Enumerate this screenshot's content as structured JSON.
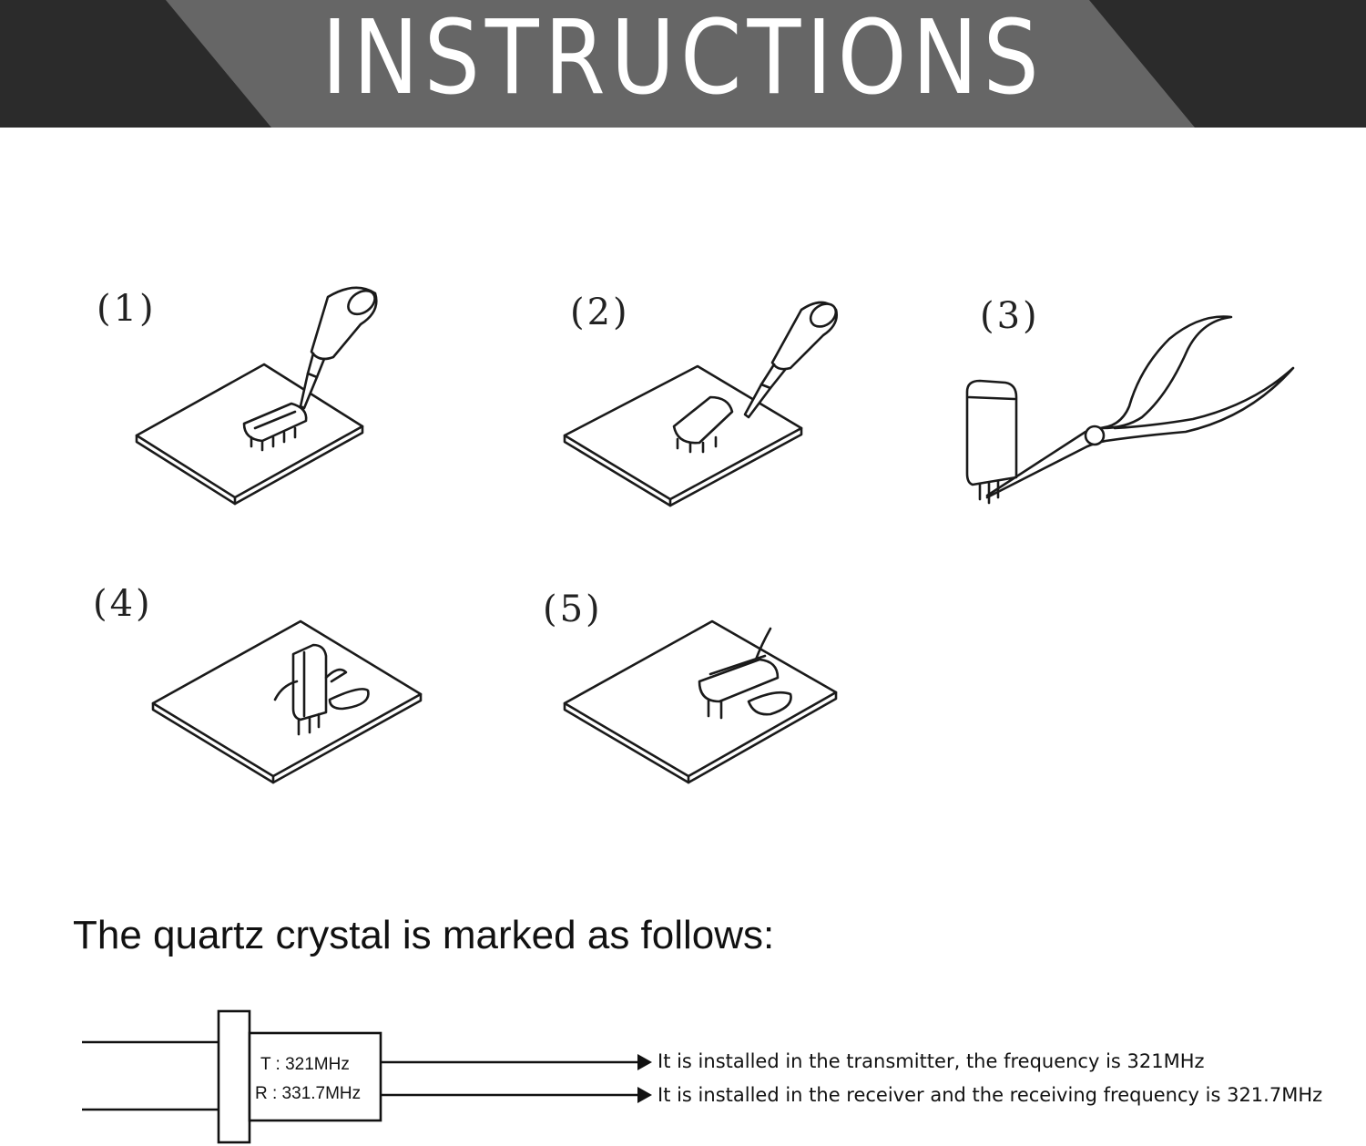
{
  "banner": {
    "title": "INSTRUCTIONS",
    "colors": {
      "outer": "#2b2b2b",
      "inner": "#666666",
      "text": "#ffffff"
    }
  },
  "steps": [
    {
      "label": "(1)",
      "icon": "soldering-iron-on-board-icon"
    },
    {
      "label": "(2)",
      "icon": "soldering-iron-on-board-icon"
    },
    {
      "label": "(3)",
      "icon": "tweezers-crystal-icon"
    },
    {
      "label": "(4)",
      "icon": "crystal-upright-on-board-icon"
    },
    {
      "label": "(5)",
      "icon": "crystal-soldered-on-board-icon"
    }
  ],
  "marking": {
    "heading": "The quartz crystal is marked as follows:",
    "transmitter_marking": "T : 321MHz",
    "receiver_marking": "R : 331.7MHz",
    "transmitter_note": "It is installed in the transmitter, the frequency is 321MHz",
    "receiver_note": "It is installed in the receiver and the receiving frequency is 321.7MHz"
  }
}
